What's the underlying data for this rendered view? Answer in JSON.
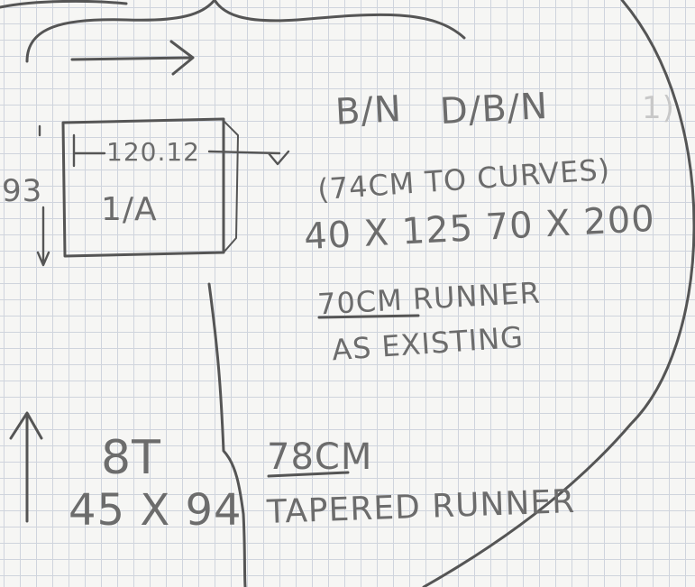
{
  "notes": {
    "bn": "B/N",
    "dbn": "D/B/N",
    "faint_mark": "1)",
    "rug_width": "120.12",
    "rug_label": "1/A",
    "rug_height": "93",
    "curves": "(74CM TO CURVES)",
    "sizes": "40 X 125  70 X 200",
    "runner1": "70CM RUNNER",
    "as_existing": "AS EXISTING",
    "bottom_code": "8T",
    "bottom_dims": "45 X 94",
    "bottom_width": "78CM",
    "tapered_runner": "TAPERED RUNNER"
  }
}
